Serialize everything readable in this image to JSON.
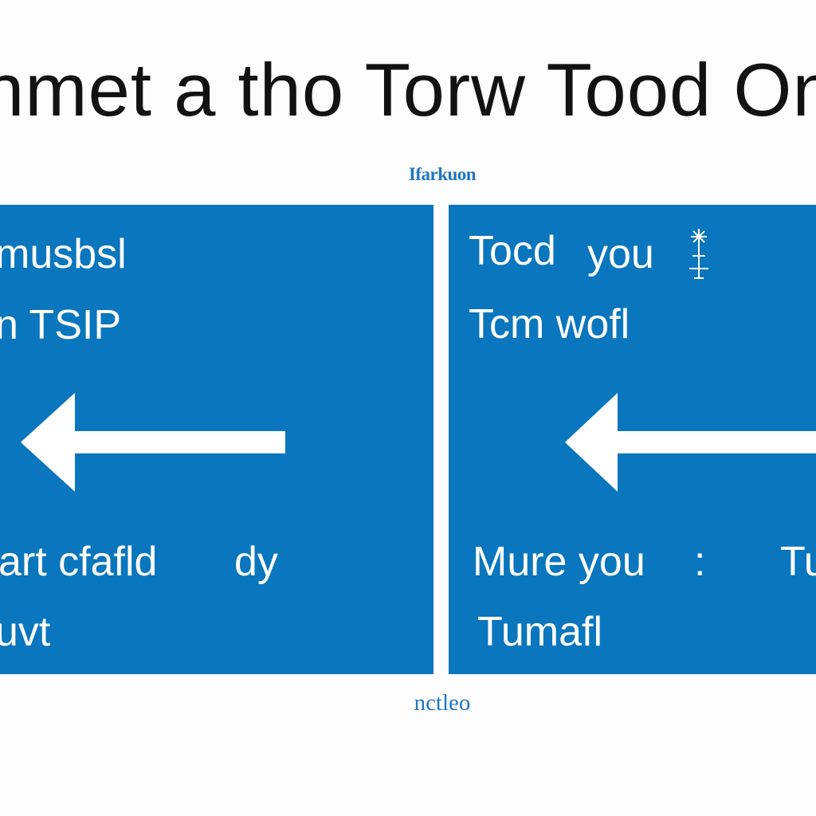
{
  "title": "nmet a tho Torw Tood Ond",
  "caption_top": "Ifarkuon",
  "caption_bottom": "nctleo",
  "colors": {
    "panel": "#0a76bd",
    "caption": "#1f75c4",
    "title": "#121212"
  },
  "left_panel": {
    "line1": "musbsl",
    "line2": "n TSIP",
    "arrow_icon": "arrow-left-icon",
    "line3": "art cfafld",
    "line3_suffix": "dy",
    "line4": "uvt"
  },
  "right_panel": {
    "line1": "Tocd",
    "line1_suffix": "you",
    "tower_icon": "tower-icon",
    "line2": "Tcm wofl",
    "arrow_icon": "arrow-left-icon",
    "line3": "Mure you",
    "line3_mark": ":",
    "line3_suffix": "Tu",
    "line4": "Tumafl"
  }
}
